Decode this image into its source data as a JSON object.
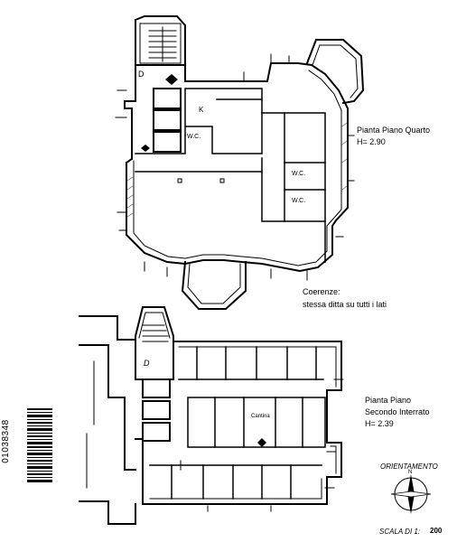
{
  "upper_plan": {
    "title_line1": "Pianta Piano Quarto",
    "title_line2": "H= 2.90",
    "room_labels": {
      "d": "D",
      "k": "K",
      "wc1": "W.C.",
      "wc2": "W.C.",
      "wc3": "W.C."
    }
  },
  "coerenze": {
    "heading": "Coerenze:",
    "text": "stessa ditta su tutti i lati"
  },
  "lower_plan": {
    "title_line1": "Pianta Piano",
    "title_line2": "Secondo Interrato",
    "title_line3": "H= 2.39",
    "room_labels": {
      "d": "D",
      "cantina": "Cantina"
    }
  },
  "orientation": {
    "label": "ORIENTAMENTO",
    "north": "N"
  },
  "scale": {
    "label": "SCALA DI 1:",
    "value": "200"
  },
  "barcode": {
    "number": "01038348"
  }
}
